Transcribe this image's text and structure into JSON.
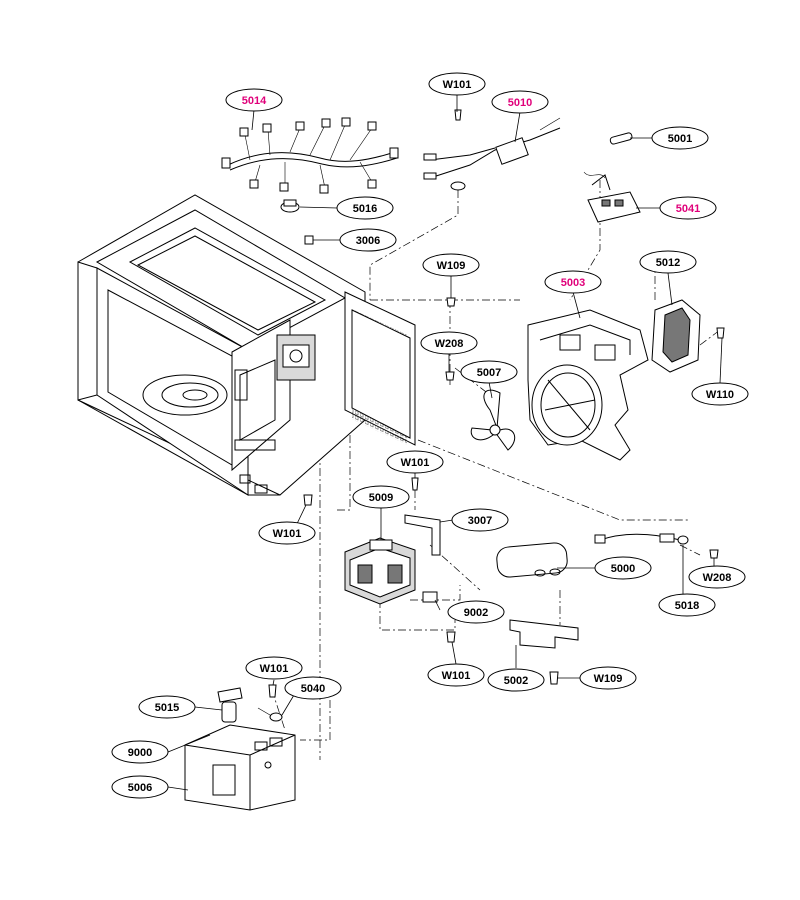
{
  "colors": {
    "highlight": "#e0007a",
    "normal": "#000000"
  },
  "labels": {
    "5014": "5014",
    "W101_top": "W101",
    "5010": "5010",
    "5001": "5001",
    "5041": "5041",
    "5016": "5016",
    "3006": "3006",
    "W109_a": "W109",
    "5003": "5003",
    "5012": "5012",
    "W208_a": "W208",
    "5007": "5007",
    "W110": "W110",
    "W101_mid": "W101",
    "5009": "5009",
    "3007": "3007",
    "W101_left": "W101",
    "5000": "5000",
    "W208_b": "W208",
    "5018": "5018",
    "9002": "9002",
    "W101_low": "W101",
    "5002": "5002",
    "W109_b": "W109",
    "W101_bot": "W101",
    "5040": "5040",
    "5015": "5015",
    "9000": "9000",
    "5006": "5006"
  }
}
